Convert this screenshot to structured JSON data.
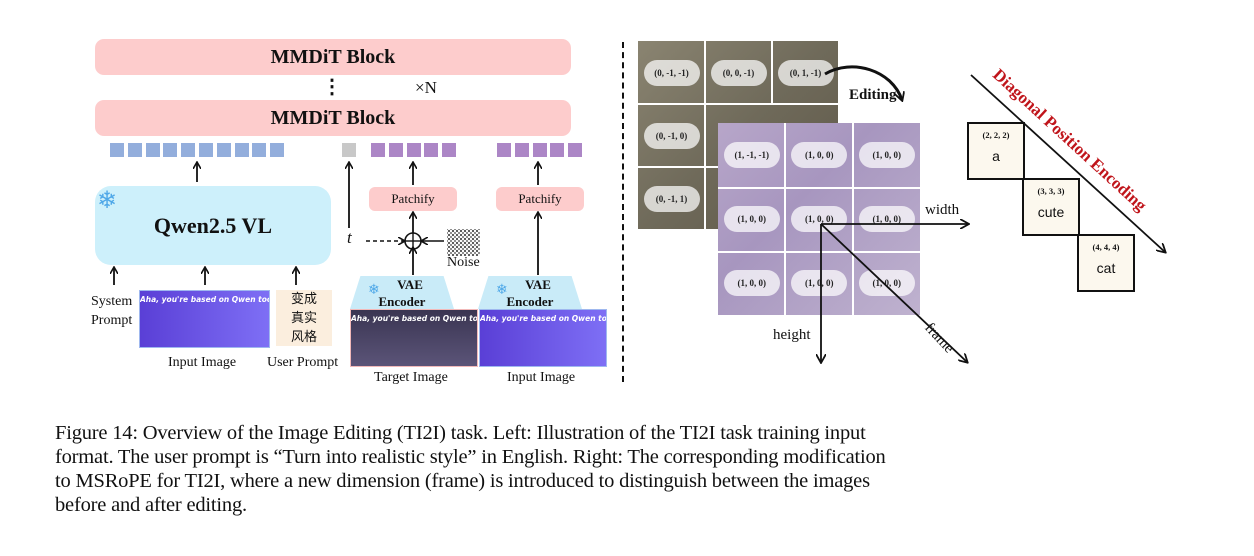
{
  "left": {
    "mmdit_top": "MMDiT Block",
    "mmdit_bottom": "MMDiT Block",
    "ellipsis": "⋮",
    "repeat": "×N",
    "token_groups": {
      "text_tokens": 10,
      "timestep_tokens": 1,
      "target_tokens": 5,
      "input_tokens": 5
    },
    "token_colors": {
      "text": "#93aedc",
      "timestep": "#c8c8c8",
      "image": "#ac86c6"
    },
    "qwen_label": "Qwen2.5 VL",
    "snowflake_icon": "❄",
    "t_label": "t",
    "noise_label": "Noise",
    "patchify_1": "Patchify",
    "patchify_2": "Patchify",
    "vae_1": {
      "line1": "VAE",
      "line2": "Encoder"
    },
    "vae_2": {
      "line1": "VAE",
      "line2": "Encoder"
    },
    "system_prompt": [
      "System",
      "Prompt"
    ],
    "input_image_caption_text": "Aha, you're based on Qwen too!",
    "user_prompt_chars": [
      "变成",
      "真实",
      "风格"
    ],
    "labels": {
      "input_image": "Input Image",
      "user_prompt": "User Prompt",
      "target_image": "Target Image",
      "input_image_2": "Input Image"
    }
  },
  "right": {
    "old_grid": [
      [
        "(0, -1, -1)",
        "(0, 0, -1)",
        "(0, 1, -1)"
      ],
      [
        "(0, -1, 0)",
        "",
        ""
      ],
      [
        "(0, -1, 1)",
        "",
        ""
      ]
    ],
    "new_grid": [
      [
        "(1, -1, -1)",
        "(1, 0, 0)",
        "(1, 0, 0)"
      ],
      [
        "(1, 0, 0)",
        "(1, 0, 0)",
        "(1, 0, 0)"
      ],
      [
        "(1, 0, 0)",
        "(1, 0, 0)",
        "(1, 0, 0)"
      ]
    ],
    "editing_label": "Editing",
    "axis_width": "width",
    "axis_height": "height",
    "axis_frame": "frame",
    "diagonal_title": "Diagonal Position Encoding",
    "diagonal_color": "#c0151b",
    "tokens": [
      {
        "pos": "(2, 2, 2)",
        "word": "a"
      },
      {
        "pos": "(3, 3, 3)",
        "word": "cute"
      },
      {
        "pos": "(4, 4, 4)",
        "word": "cat"
      }
    ]
  },
  "caption": [
    "Figure 14: Overview of the Image Editing (TI2I) task.  Left: Illustration of the TI2I task training input",
    "format. The user prompt is “Turn into realistic style” in English. Right: The corresponding modification",
    "to MSRoPE for TI2I, where a new dimension (frame) is introduced to distinguish between the images",
    "before and after editing."
  ]
}
